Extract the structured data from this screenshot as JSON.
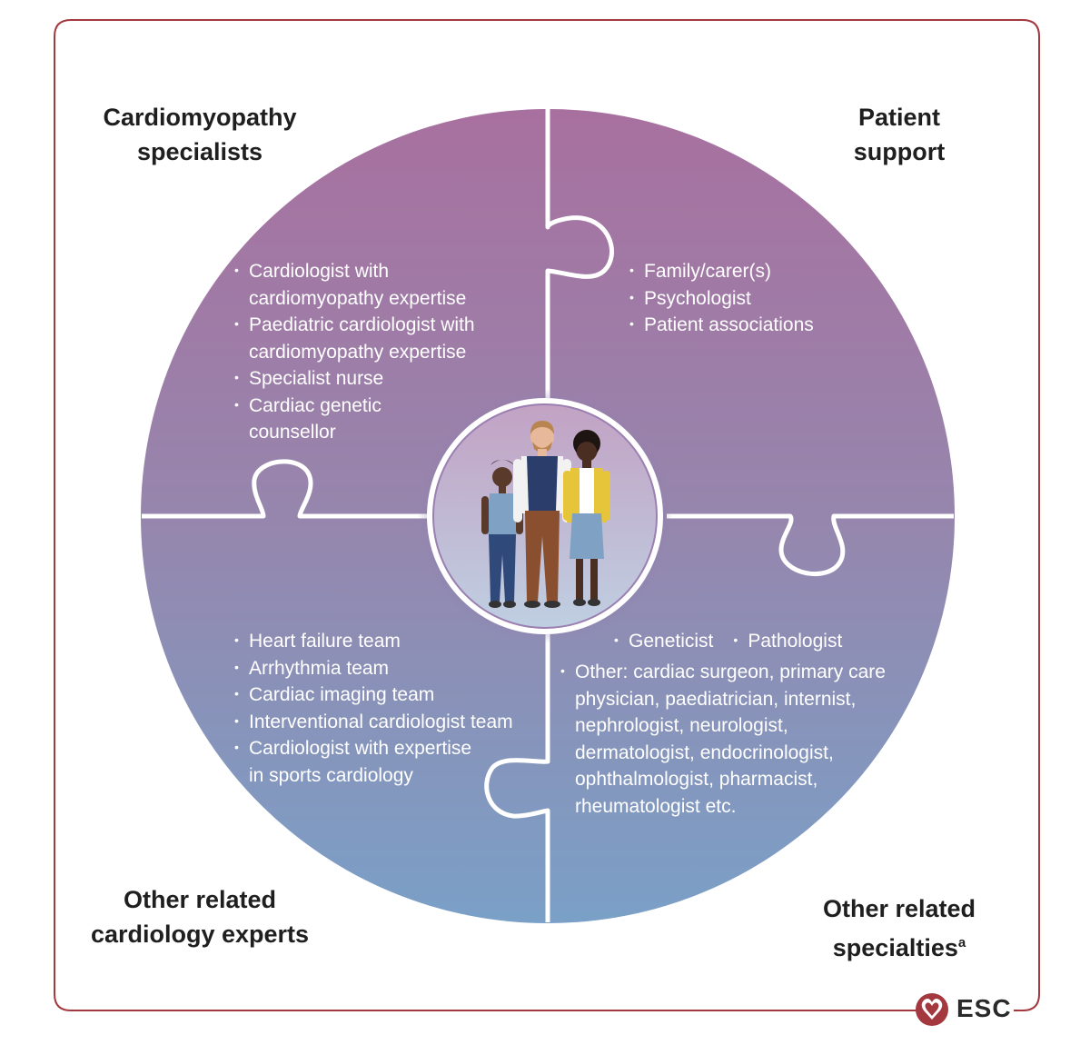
{
  "quadrants": {
    "top_left": {
      "title_lines": [
        "Cardiomyopathy",
        "specialists"
      ],
      "items": [
        [
          "Cardiologist with",
          "cardiomyopathy expertise"
        ],
        [
          "Paediatric cardiologist with",
          "cardiomyopathy expertise"
        ],
        [
          "Specialist nurse"
        ],
        [
          "Cardiac genetic",
          "counsellor"
        ]
      ]
    },
    "top_right": {
      "title_lines": [
        "Patient",
        "support"
      ],
      "items": [
        [
          "Family/carer(s)"
        ],
        [
          "Psychologist"
        ],
        [
          "Patient associations"
        ]
      ]
    },
    "bottom_left": {
      "title_lines": [
        "Other related",
        "cardiology experts"
      ],
      "items": [
        [
          "Heart failure team"
        ],
        [
          "Arrhythmia team"
        ],
        [
          "Cardiac imaging team"
        ],
        [
          "Interventional cardiologist team"
        ],
        [
          "Cardiologist with expertise",
          "in sports cardiology"
        ]
      ]
    },
    "bottom_right": {
      "title_lines": [
        "Other related",
        "specialties"
      ],
      "title_superscript": "a",
      "inline_items": [
        "Geneticist",
        "Pathologist"
      ],
      "items": [
        [
          "Other: cardiac surgeon, primary care",
          "physician, paediatrician, internist,",
          "nephrologist, neurologist,",
          "dermatologist, endocrinologist,",
          "ophthalmologist, pharmacist,",
          "rheumatologist etc."
        ]
      ]
    }
  },
  "center": {
    "icon": "family-icon"
  },
  "logo": {
    "text": "ESC",
    "icon": "heart-icon"
  },
  "colors": {
    "frame": "#a3393f",
    "gradient_top": "#a8709f",
    "gradient_bottom": "#7aa0c7",
    "divider": "#ffffff"
  }
}
